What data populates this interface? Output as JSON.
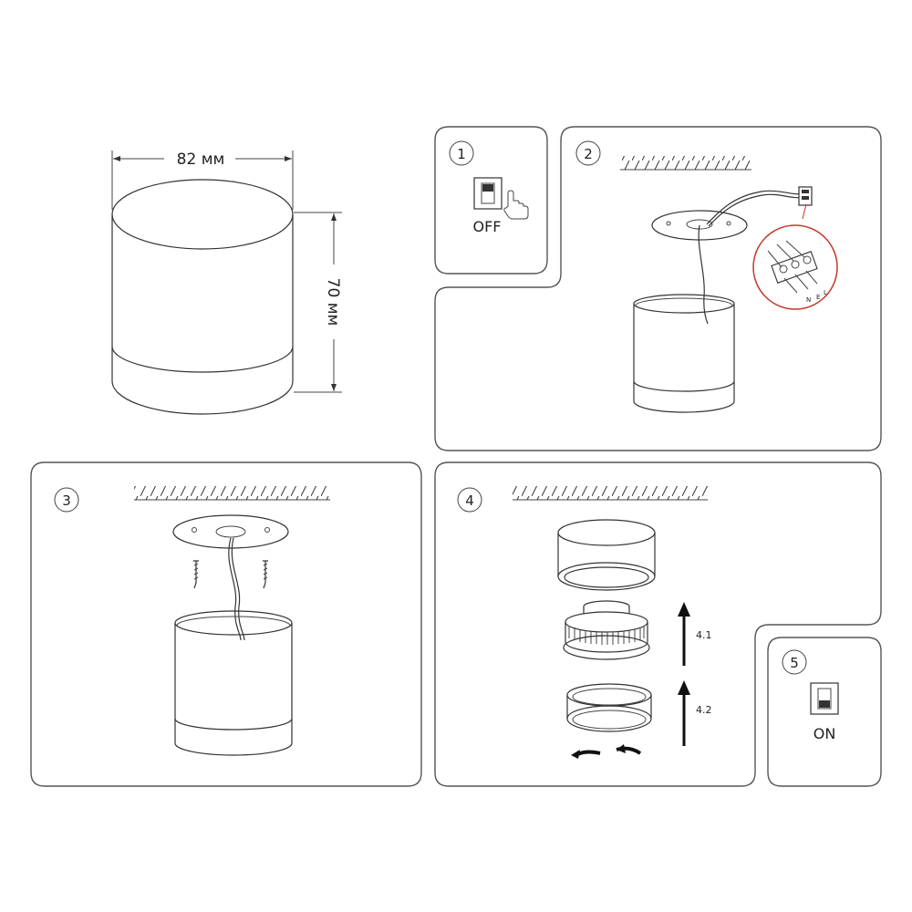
{
  "dimensions": {
    "width_label": "82 мм",
    "height_label": "70 мм"
  },
  "steps": [
    {
      "number": "1",
      "label": "OFF"
    },
    {
      "number": "2",
      "wiring_labels": [
        "L",
        "E",
        "N"
      ]
    },
    {
      "number": "3"
    },
    {
      "number": "4",
      "sub_labels": [
        "4.1",
        "4.2"
      ]
    },
    {
      "number": "5",
      "label": "ON"
    }
  ],
  "colors": {
    "line": "#333333",
    "panel_border": "#555555",
    "highlight": "#c0392b"
  }
}
